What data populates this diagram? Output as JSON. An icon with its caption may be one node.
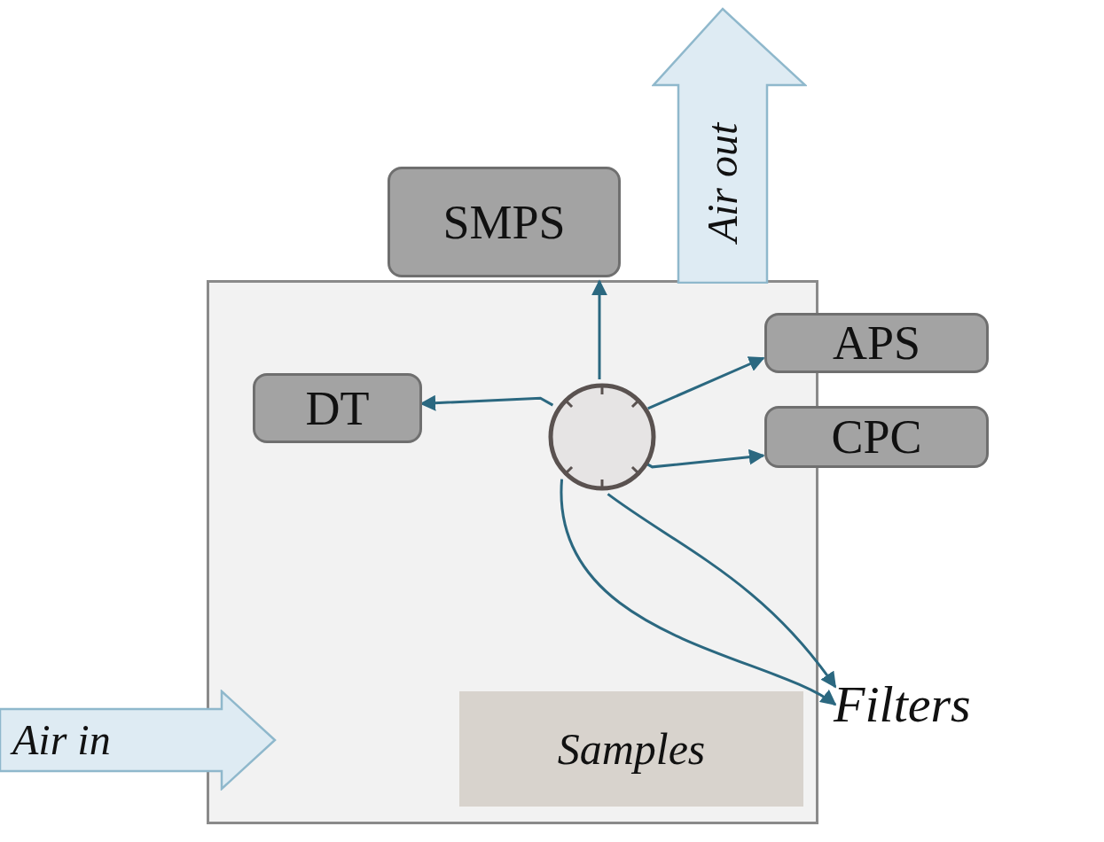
{
  "diagram": {
    "nodes": [
      {
        "text": [],
        "shape": "box"
      },
      {
        "text": [
          "SMPS"
        ]
      },
      {
        "text": [
          "Air out"
        ]
      },
      {
        "text": [
          "APS"
        ]
      },
      {
        "text": [
          "CPC"
        ]
      },
      {
        "text": [
          "DT"
        ],
        "in": 0
      },
      {
        "text": [],
        "shape": "circle",
        "in": 0
      },
      {
        "text": [
          "Filters"
        ]
      },
      {
        "text": [
          "Samples"
        ],
        "in": 0
      },
      {
        "text": [
          "Air in"
        ]
      }
    ],
    "edges": [
      {
        "from": 6,
        "to": 1,
        "arrow": "to"
      },
      {
        "from": 6,
        "to": 5,
        "arrow": "to"
      },
      {
        "from": 6,
        "to": 3,
        "arrow": "to"
      },
      {
        "from": 6,
        "to": 4,
        "arrow": "to"
      },
      {
        "from": 6,
        "to": 7,
        "arrow": "to"
      },
      {
        "from": 6,
        "to": 7,
        "arrow": "to"
      }
    ]
  }
}
